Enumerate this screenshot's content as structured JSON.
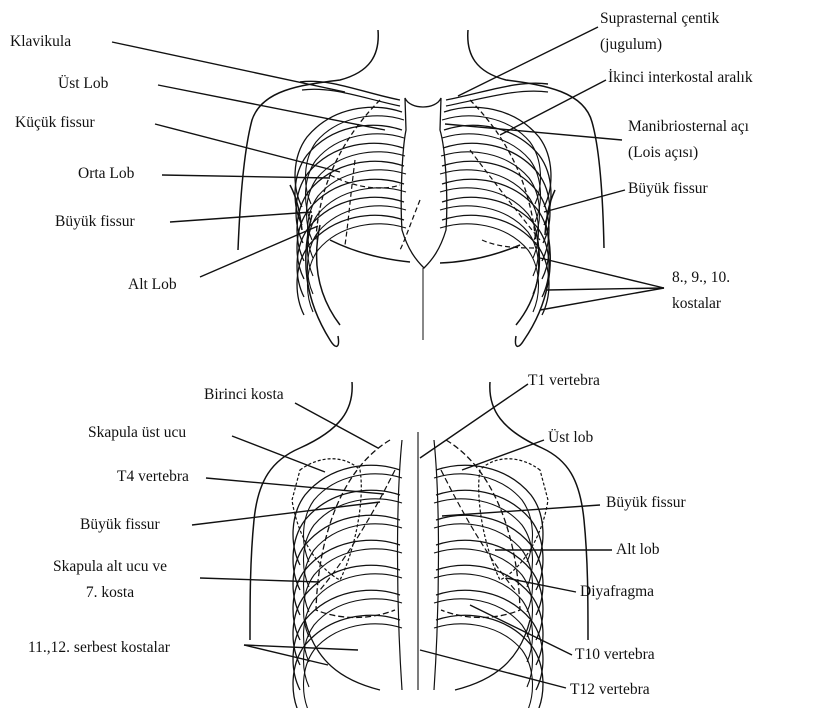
{
  "colors": {
    "ink": "#111111",
    "background": "#ffffff"
  },
  "front": {
    "labels": {
      "klavikula": "Klavikula",
      "ust_lob": "Üst Lob",
      "kucuk_fissur": "Küçük fissur",
      "orta_lob": "Orta Lob",
      "buyuk_fissur_left": "Büyük fissur",
      "alt_lob": "Alt Lob",
      "suprasternal_line1": "Suprasternal çentik",
      "suprasternal_line2": "(jugulum)",
      "ikinci_interkostal": "İkinci interkostal aralık",
      "manibriosternal_line1": "Manibriosternal açı",
      "manibriosternal_line2": "(Lois açısı)",
      "buyuk_fissur_right": "Büyük fissur",
      "kostalar_line1": "8., 9., 10.",
      "kostalar_line2": "kostalar"
    }
  },
  "back": {
    "labels": {
      "birinci_kosta": "Birinci kosta",
      "skapula_ust_ucu": "Skapula üst ucu",
      "t4_vertebra": "T4 vertebra",
      "buyuk_fissur_left": "Büyük fissur",
      "skapula_alt_line1": "Skapula alt ucu ve",
      "skapula_alt_line2": "7. kosta",
      "serbest_kostalar": "11.,12. serbest kostalar",
      "t1_vertebra": "T1 vertebra",
      "ust_lob": "Üst lob",
      "buyuk_fissur_right": "Büyük fissur",
      "alt_lob": "Alt lob",
      "diyafragma": "Diyafragma",
      "t10_vertebra": "T10 vertebra",
      "t12_vertebra": "T12 vertebra"
    }
  }
}
